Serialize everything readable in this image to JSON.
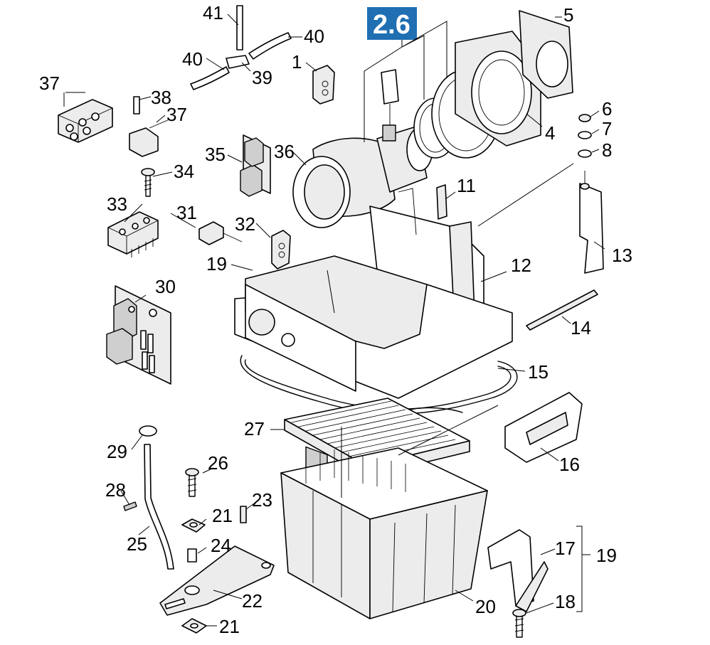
{
  "badge": {
    "text": "2.6",
    "color": "#1f6fb2"
  },
  "labels": {
    "l1": "1",
    "l4": "4",
    "l5": "5",
    "l6": "6",
    "l7": "7",
    "l8": "8",
    "l11": "11",
    "l12": "12",
    "l13": "13",
    "l14": "14",
    "l15": "15",
    "l16": "16",
    "l17": "17",
    "l18": "18",
    "l19a": "19",
    "l19b": "19",
    "l20": "20",
    "l21a": "21",
    "l21b": "21",
    "l22": "22",
    "l23": "23",
    "l24": "24",
    "l25": "25",
    "l26": "26",
    "l27": "27",
    "l28": "28",
    "l29": "29",
    "l30": "30",
    "l31": "31",
    "l32": "32",
    "l33": "33",
    "l34": "34",
    "l35": "35",
    "l36": "36",
    "l37a": "37",
    "l37b": "37",
    "l38": "38",
    "l39": "39",
    "l40a": "40",
    "l40b": "40",
    "l41": "41"
  }
}
